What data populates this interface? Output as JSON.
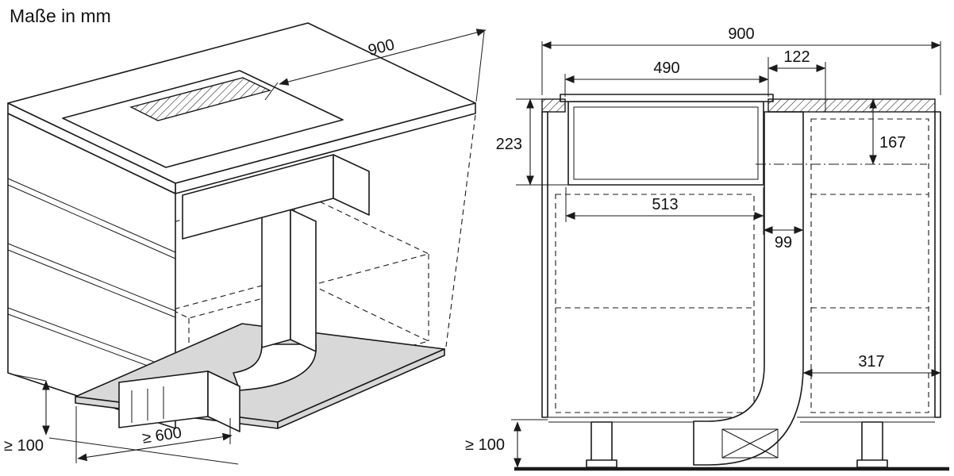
{
  "title": "Maße in mm",
  "perspective_view": {
    "dim_width": "900",
    "dim_plinth_height": "≥ 100",
    "dim_min_depth": "≥ 600"
  },
  "section_view": {
    "dim_total_width": "900",
    "dim_cutout_width": "490",
    "dim_right_clearance": "122",
    "dim_install_depth": "223",
    "dim_outlet_depth": "167",
    "dim_body_width": "513",
    "dim_duct_width": "99",
    "dim_duct_offset": "317",
    "dim_plinth_height": "≥ 100"
  },
  "colors": {
    "line": "#1a1a1a",
    "panel_fill": "#d8d8d8",
    "background": "#ffffff"
  }
}
